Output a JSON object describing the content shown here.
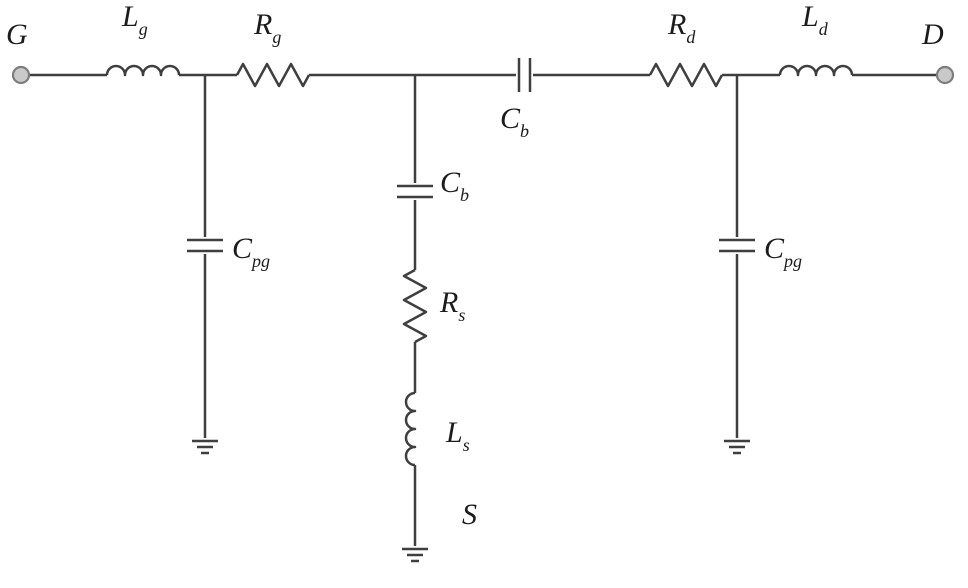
{
  "diagram": {
    "kind": "circuit-schematic"
  },
  "terminals": {
    "gate": "G",
    "drain": "D",
    "source": "S"
  },
  "components": {
    "lg": {
      "main": "L",
      "sub": "g"
    },
    "rg": {
      "main": "R",
      "sub": "g"
    },
    "cb_top": {
      "main": "C",
      "sub": "b"
    },
    "rd": {
      "main": "R",
      "sub": "d"
    },
    "ld": {
      "main": "L",
      "sub": "d"
    },
    "cpg_left": {
      "main": "C",
      "sub": "pg"
    },
    "cb_mid": {
      "main": "C",
      "sub": "b"
    },
    "rs": {
      "main": "R",
      "sub": "s"
    },
    "ls": {
      "main": "L",
      "sub": "s"
    },
    "cpg_right": {
      "main": "C",
      "sub": "pg"
    }
  },
  "colors": {
    "wire": "#3f3f3f",
    "terminal_fill": "#c9c9c9",
    "terminal_stroke": "#7d7d7d",
    "background": "#ffffff"
  }
}
